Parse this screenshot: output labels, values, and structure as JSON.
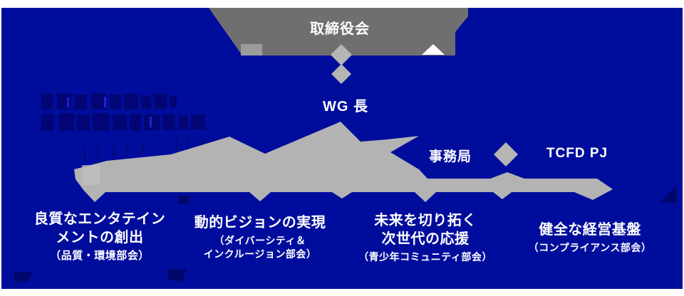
{
  "colors": {
    "page": "#FFFFFF",
    "background": "#000D9C",
    "board_box_gray": "#6F6F6F",
    "connector_gray": "#B3B3B3",
    "text": "#FFFFFF"
  },
  "nodes": {
    "board": "取締役会",
    "wg_leader": "WG 長",
    "secretariat": "事務局",
    "tcfd_pj": "TCFD PJ"
  },
  "pillars": [
    {
      "title1": "良質なエンタテイン",
      "title2": "メントの創出",
      "sub1": "（品質・環境部会）",
      "sub2": ""
    },
    {
      "title1": "動的ビジョンの実現",
      "title2": "",
      "sub1": "（ダイバーシティ＆",
      "sub2": "インクルージョン部会）"
    },
    {
      "title1": "未来を切り拓く",
      "title2": "次世代の応援",
      "sub1": "（青少年コミュニティ部会）",
      "sub2": ""
    },
    {
      "title1": "健全な経営基盤",
      "title2": "（コンプライアンス部会）",
      "sub1": "（コンプライアンス部会）",
      "sub2": ""
    }
  ]
}
